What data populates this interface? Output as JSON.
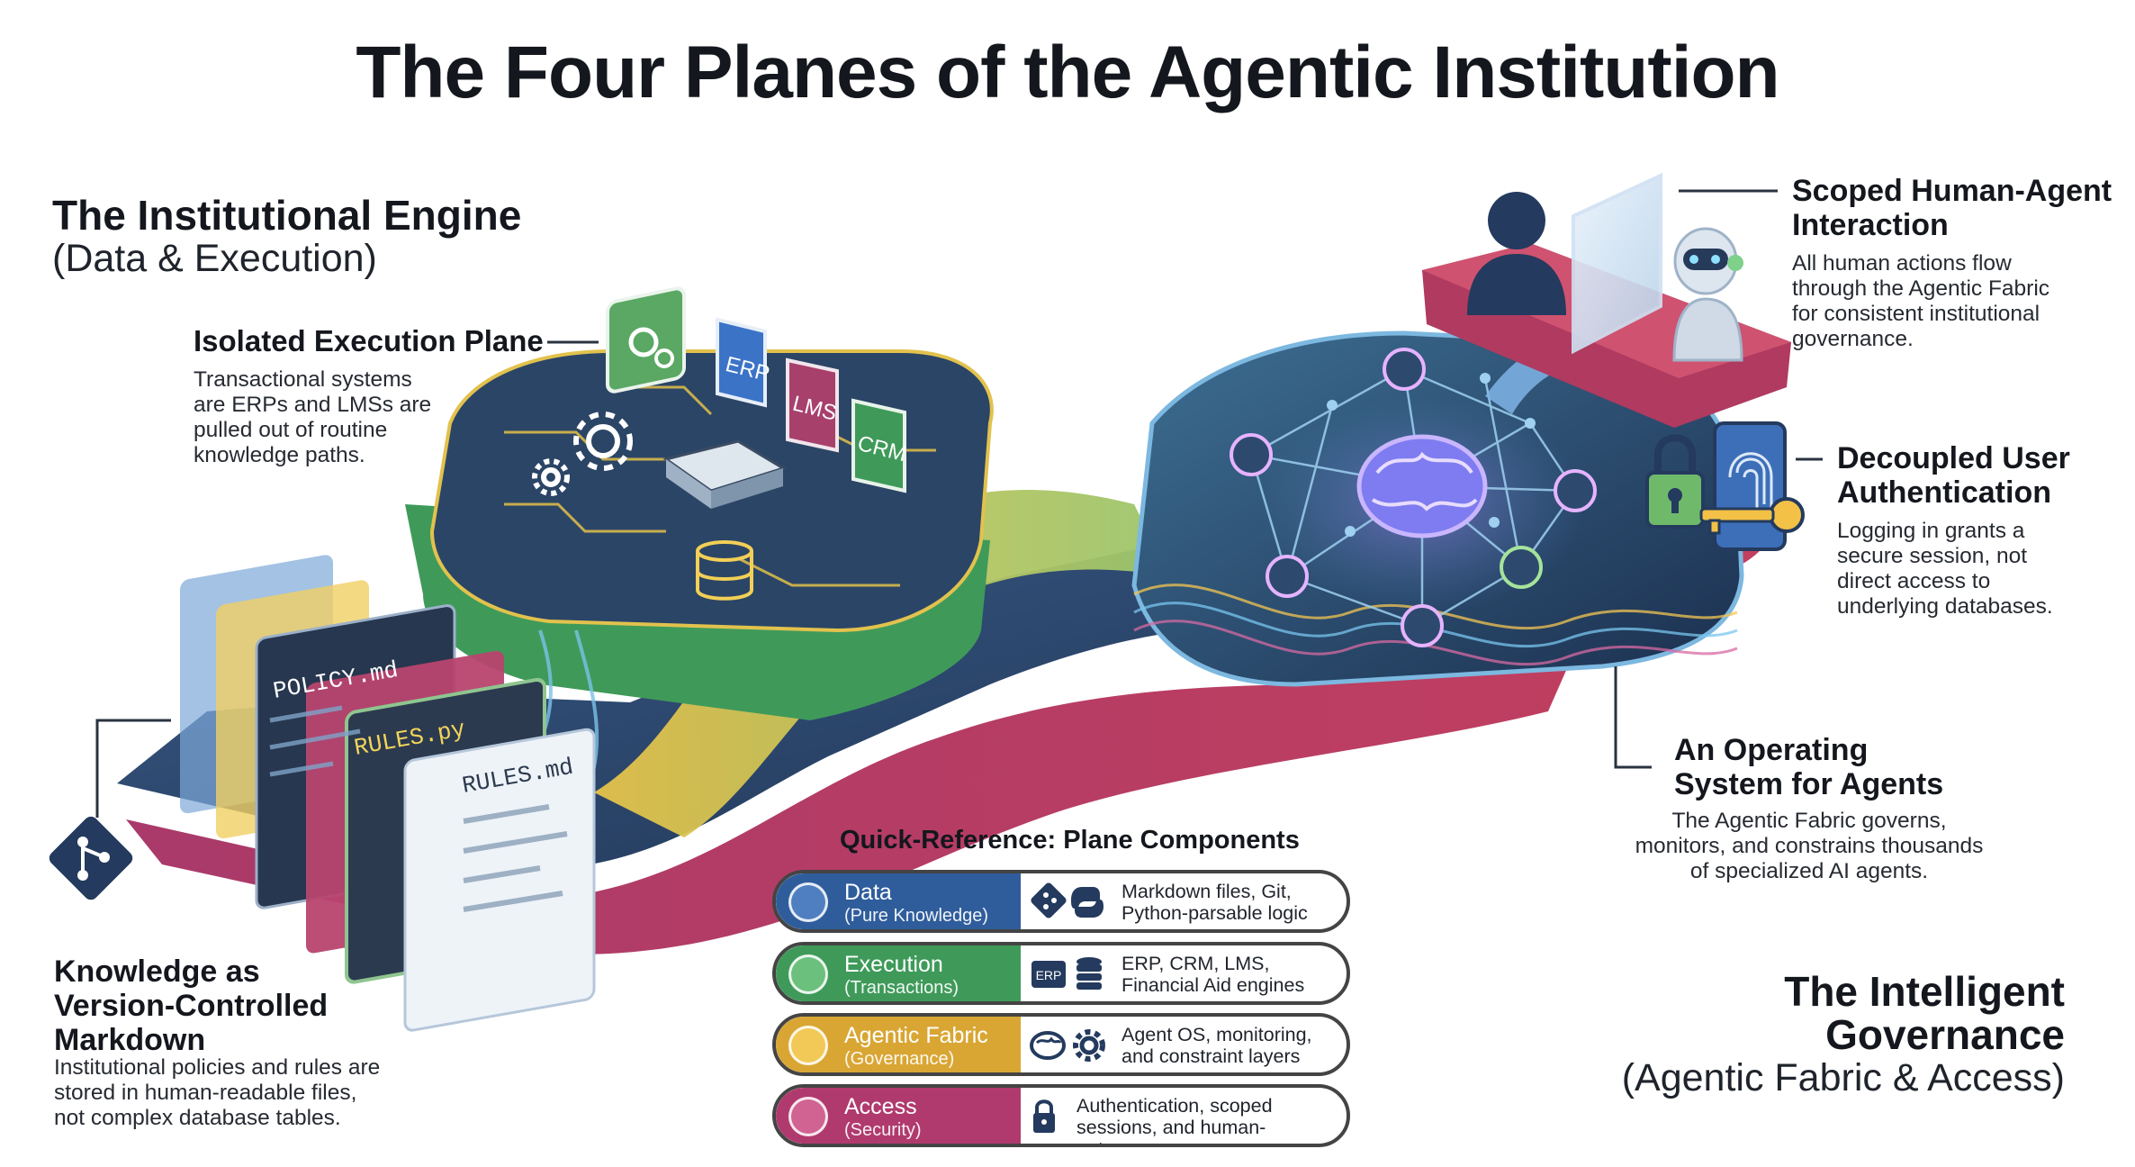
{
  "title": "The Four Planes of the Agentic Institution",
  "left_heading": {
    "title": "The Institutional Engine",
    "subtitle": "(Data & Execution)"
  },
  "right_heading": {
    "title": "The Intelligent Governance",
    "subtitle": "(Agentic Fabric & Access)"
  },
  "callouts": {
    "isolated_execution": {
      "title": "Isolated Execution Plane",
      "body": [
        "Transactional systems",
        "are ERPs and LMSs are",
        "pulled out of routine",
        "knowledge paths."
      ]
    },
    "knowledge_markdown": {
      "title": [
        "Knowledge as",
        "Version-Controlled",
        "Markdown"
      ],
      "body": [
        "Institutional policies and rules are",
        "stored in human-readable files,",
        "not complex database tables."
      ]
    },
    "scoped_interaction": {
      "title": [
        "Scoped Human-Agent",
        "Interaction"
      ],
      "body": [
        "All human actions flow",
        "through the Agentic Fabric",
        "for consistent institutional",
        "governance."
      ]
    },
    "decoupled_auth": {
      "title": [
        "Decoupled User",
        "Authentication"
      ],
      "body": [
        "Logging in grants a",
        "secure session, not",
        "direct access to",
        "underlying databases."
      ]
    },
    "operating_system": {
      "title": [
        "An Operating",
        "System for Agents"
      ],
      "body": [
        "The Agentic Fabric governs,",
        "monitors, and constrains thousands",
        "of specialized AI agents."
      ]
    }
  },
  "diagram_labels": {
    "tags": [
      "ERP",
      "LMS",
      "CRM"
    ],
    "files": [
      "POLICY.md",
      "RULES.py",
      "RULES.md"
    ]
  },
  "quick_reference": {
    "title": "Quick-Reference: Plane Components",
    "rows": [
      {
        "name": "Data",
        "sub": "(Pure Knowledge)",
        "desc": [
          "Markdown files, Git,",
          "Python-parsable logic"
        ],
        "color": "#2f5d9c"
      },
      {
        "name": "Execution",
        "sub": "(Transactions)",
        "desc": [
          "ERP, CRM, LMS,",
          "Financial Aid engines"
        ],
        "color": "#3f9a5a",
        "icon_text": "ERP"
      },
      {
        "name": "Agentic Fabric",
        "sub": "(Governance)",
        "desc": [
          "Agent OS, monitoring,",
          "and constraint layers"
        ],
        "color": "#d9a634"
      },
      {
        "name": "Access",
        "sub": "(Security)",
        "desc": [
          "Authentication, scoped",
          "sessions, and human-gateways"
        ],
        "color": "#b03a6e"
      }
    ]
  },
  "icons": [
    "git-icon",
    "python-icon",
    "database-icon",
    "brain-icon",
    "gear-icon",
    "lock-icon",
    "key-icon",
    "fingerprint-icon",
    "robot-icon",
    "person-icon"
  ],
  "colors": {
    "data_blue": "#2f5d9c",
    "execution_green": "#3f9a5a",
    "fabric_gold": "#d9a634",
    "access_magenta": "#b03a6e",
    "navy": "#243a5e"
  }
}
